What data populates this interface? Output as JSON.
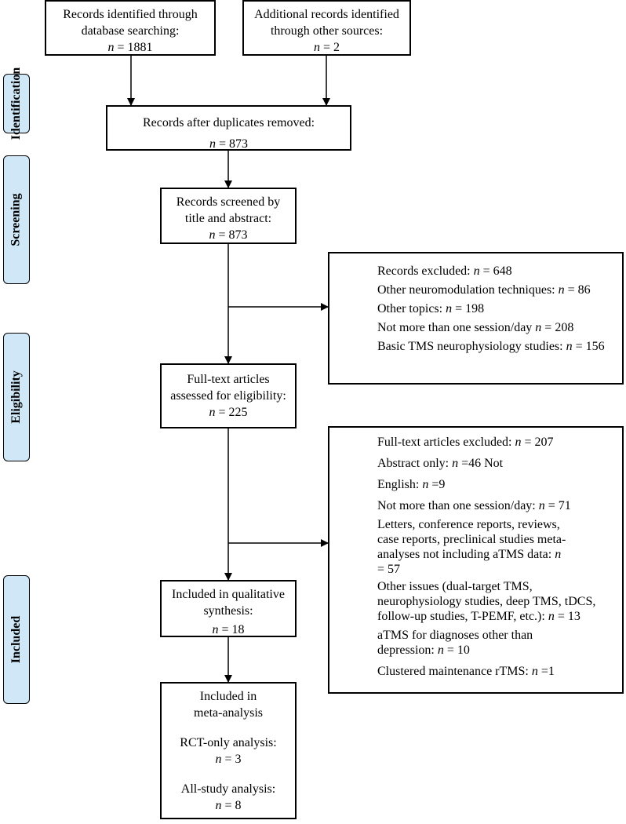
{
  "phases": [
    "Identification",
    "Screening",
    "Eligibility",
    "Included"
  ],
  "boxes": {
    "db_search": {
      "text": [
        "Records identified through",
        "database searching:"
      ],
      "n_label": "n",
      "n_value": " = 1881"
    },
    "other_sources": {
      "text": [
        "Additional records identified",
        "through other sources:"
      ],
      "n_label": "n",
      "n_value": " = 2"
    },
    "dedup": {
      "text": [
        "Records after duplicates removed:"
      ],
      "n_label": "n",
      "n_value": " = 873"
    },
    "screened": {
      "text": [
        "Records screened by",
        "title and abstract:"
      ],
      "n_label": "n",
      "n_value": " = 873"
    },
    "fulltext": {
      "text": [
        "Full-text articles",
        "assessed for eligibility:"
      ],
      "n_label": "n",
      "n_value": " = 225"
    },
    "qualitative": {
      "text": [
        "Included in qualitative",
        "synthesis:"
      ],
      "n_label": "n",
      "n_value": " = 18"
    },
    "meta": {
      "text": [
        "Included in",
        "meta-analysis"
      ],
      "rct_label": "RCT-only analysis:",
      "rct_n_label": "n",
      "rct_n_value": " = 3",
      "all_label": "All-study analysis:",
      "all_n_label": "n",
      "all_n_value": " = 8"
    }
  },
  "excluded_records": {
    "items": [
      {
        "pre": "Records excluded: ",
        "n": "n",
        "post": " = 648"
      },
      {
        "pre": "Other neuromodulation techniques: ",
        "n": "n",
        "post": " =  86"
      },
      {
        "pre": "Other topics: ",
        "n": "n",
        "post": " = 198"
      },
      {
        "pre": "Not more than one session/day ",
        "n": "n",
        "post": " = 208"
      },
      {
        "pre": "Basic TMS neurophysiology studies: ",
        "n": "n",
        "post": " = 156"
      }
    ]
  },
  "excluded_fulltext": {
    "items": [
      {
        "pre": "Full-text articles excluded: ",
        "n": "n",
        "post": " = 207"
      },
      {
        "pre": "Abstract only: ",
        "n": "n",
        "post": " =46  Not"
      },
      {
        "pre": "English: ",
        "n": "n",
        "post": " =9"
      },
      {
        "pre": "Not more than one session/day: ",
        "n": "n",
        "post": " = 71"
      },
      {
        "pre": "Letters, conference reports, reviews,  case reports, preclinical studies meta-analyses not including aTMS data: ",
        "n": "n",
        "post": " = 57"
      },
      {
        "pre": "Other issues (dual-target TMS, neurophysiology studies, deep TMS,  tDCS, follow-up studies, T-PEMF, etc.): ",
        "n": "n",
        "post": " = 13"
      },
      {
        "pre": "aTMS for diagnoses other than depression: ",
        "n": "n",
        "post": " = 10"
      },
      {
        "pre": "Clustered maintenance rTMS: ",
        "n": "n",
        "post": " =1"
      }
    ]
  }
}
